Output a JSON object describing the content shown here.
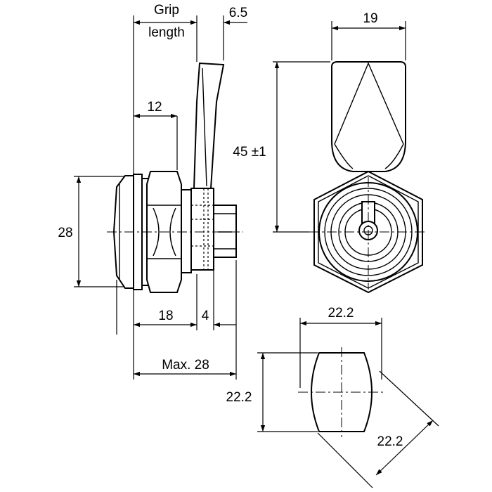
{
  "dimensions": {
    "grip_length_line1": "Grip",
    "grip_length_line2": "length",
    "cam_thickness": "6.5",
    "bezel_offset": "12",
    "face_diameter": "28",
    "body_length": "18",
    "nut_gap": "4",
    "max_length": "Max. 28",
    "cam_width": "19",
    "cam_length": "45 ±1",
    "cutout_width": "22.2",
    "cutout_height": "22.2",
    "cutout_diagonal": "22.2"
  }
}
